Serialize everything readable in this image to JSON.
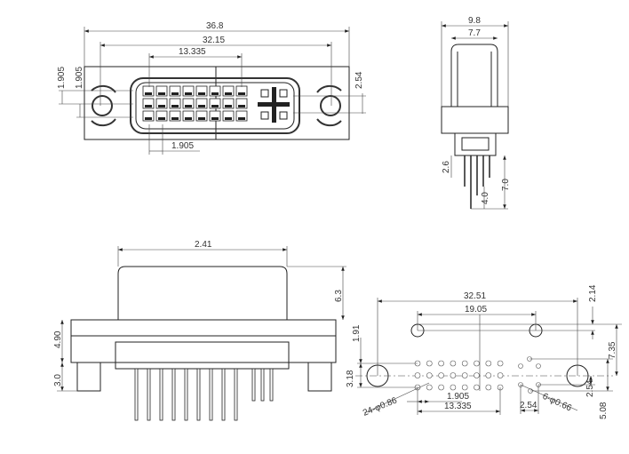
{
  "front_view": {
    "overall_width": "36.8",
    "mount_hole_pitch": "32.15",
    "pin_field_width": "13.335",
    "row_pitch_a": "1.905",
    "row_pitch_b": "1.905",
    "pin_pitch": "1.905",
    "hole_offset": "2.54"
  },
  "side_view": {
    "width": "9.8",
    "shell_width": "7.7",
    "standoff": "2.6",
    "pin_length": "4.0",
    "total_height": "7.0"
  },
  "elevation_view": {
    "shell_width": "2.41",
    "shell_height": "6.3",
    "body_height": "4.90",
    "peg_height": "3.0"
  },
  "footprint": {
    "mount_hole_pitch": "32.51",
    "peg_pitch": "19.05",
    "peg_offset": "1.91",
    "row_span": "3.18",
    "peg_edge": "2.14",
    "peg_to_row": "7.35",
    "pin_pitch": "1.905",
    "pin_field_width": "13.335",
    "pin_holes": "24-φ0.86",
    "aux_holes": "6-φ0.66",
    "aux_pitch_x": "2.54",
    "aux_pitch_y": "2.54",
    "aux_span_y": "5.08"
  }
}
